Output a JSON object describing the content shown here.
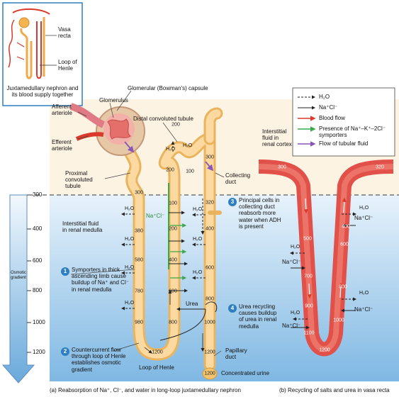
{
  "inset": {
    "vasa_recta": "Vasa\nrecta",
    "loop_of_henle": "Loop of\nHenle",
    "caption": "Juxtamedullary nephron and\nits blood supply together"
  },
  "labels": {
    "capsule": "Glomerular (Bowman's) capsule",
    "glomerulus": "Glomerulus",
    "afferent": "Afferent\narteriole",
    "efferent": "Efferent\narteriole",
    "distal": "Distal convoluted tubule",
    "proximal": "Proximal\nconvoluted\ntubule",
    "collecting": "Collecting\nduct",
    "interstitial_cortex": "Interstitial\nfluid in\nrenal cortex",
    "interstitial_medulla": "Interstitial fluid\nin renal medulla",
    "loop": "Loop of Henle",
    "papillary": "Papillary\nduct",
    "concentrated_urine": "Concentrated urine",
    "urea": "Urea",
    "nacl": "Na⁺Cl⁻",
    "h2o": "H₂O"
  },
  "legend": [
    {
      "label": "H₂O",
      "color": "#222222",
      "style": "dashed"
    },
    {
      "label": "Na⁺Cl⁻",
      "color": "#222222",
      "style": "solid"
    },
    {
      "label": "Blood flow",
      "color": "#d93a2b",
      "style": "solid"
    },
    {
      "label": "Presence of Na⁺–K⁺–2Cl⁻\nsymporters",
      "color": "#3aa84a",
      "style": "solid"
    },
    {
      "label": "Flow of tubular fluid",
      "color": "#8a55b8",
      "style": "solid"
    }
  ],
  "osmotic": {
    "label": "Osmotic\ngradient",
    "ticks": [
      "300",
      "400",
      "600",
      "800",
      "1000",
      "1200"
    ]
  },
  "numbered": [
    {
      "n": "1",
      "text": "Symporters in thick\nascending limb cause\nbuildup of Na⁺ and Cl⁻\nin renal medulla"
    },
    {
      "n": "2",
      "text": "Countercurrent flow\nthrough loop of Henle\nestablishes osmotic\ngradient"
    },
    {
      "n": "3",
      "text": "Principal cells in\ncollecting duct\nreabsorb more\nwater when ADH\nis present"
    },
    {
      "n": "4",
      "text": "Urea recycling\ncauses buildup\nof urea in renal\nmedulla"
    }
  ],
  "values": {
    "top_200": "200",
    "dct_200": "200",
    "dct_100": "100",
    "cd_300": "300",
    "pct_300": "300",
    "desc_380": "380",
    "desc_580": "580",
    "desc_780": "780",
    "desc_980": "980",
    "asc_100": "100",
    "asc_200": "200",
    "asc_400": "400",
    "asc_600": "600",
    "asc_800": "800",
    "cd_320": "320",
    "cd_400": "400",
    "cd_600": "600",
    "cd_800": "800",
    "cd_1000": "1000",
    "cd_1200": "1200",
    "bottom_1200": "1200",
    "urine_1200": "1200",
    "vr_300": "300",
    "vr_320": "320",
    "vr_500": "500",
    "vr_700": "700",
    "vr_900": "900",
    "vr_1100": "1100",
    "vr_400": "400",
    "vr_600": "600",
    "vr_800": "800",
    "vr_1000": "1000",
    "vr_1200": "1200"
  },
  "captions": {
    "a": "(a) Reabsorption of Na⁺, Cl⁻, and water in long-loop juxtamedullary nephron",
    "b": "(b) Recycling of salts and urea in vasa recta"
  }
}
